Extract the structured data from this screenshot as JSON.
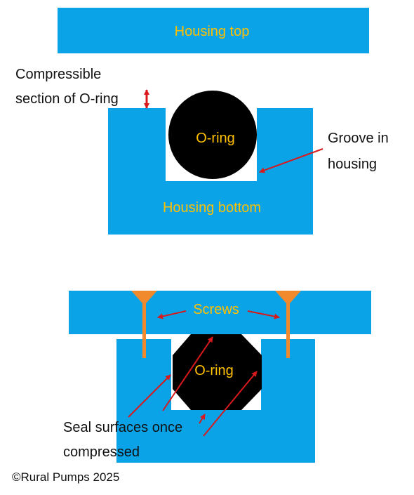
{
  "colors": {
    "housing": "#0AA3E8",
    "oring": "#000000",
    "label_orange": "#FFC000",
    "screw": "#F08A2C",
    "arrow": "#D7191C",
    "text": "#111111"
  },
  "top_diagram": {
    "housing_top_label": "Housing top",
    "oring_label": "O-ring",
    "housing_bottom_label": "Housing bottom",
    "compressible_line1": "Compressible",
    "compressible_line2": "section of O-ring",
    "groove_line1": "Groove in",
    "groove_line2": "housing"
  },
  "bottom_diagram": {
    "screws_label": "Screws",
    "oring_label": "O-ring",
    "seal_line1": "Seal surfaces once",
    "seal_line2": "compressed"
  },
  "copyright": "©Rural Pumps 2025"
}
